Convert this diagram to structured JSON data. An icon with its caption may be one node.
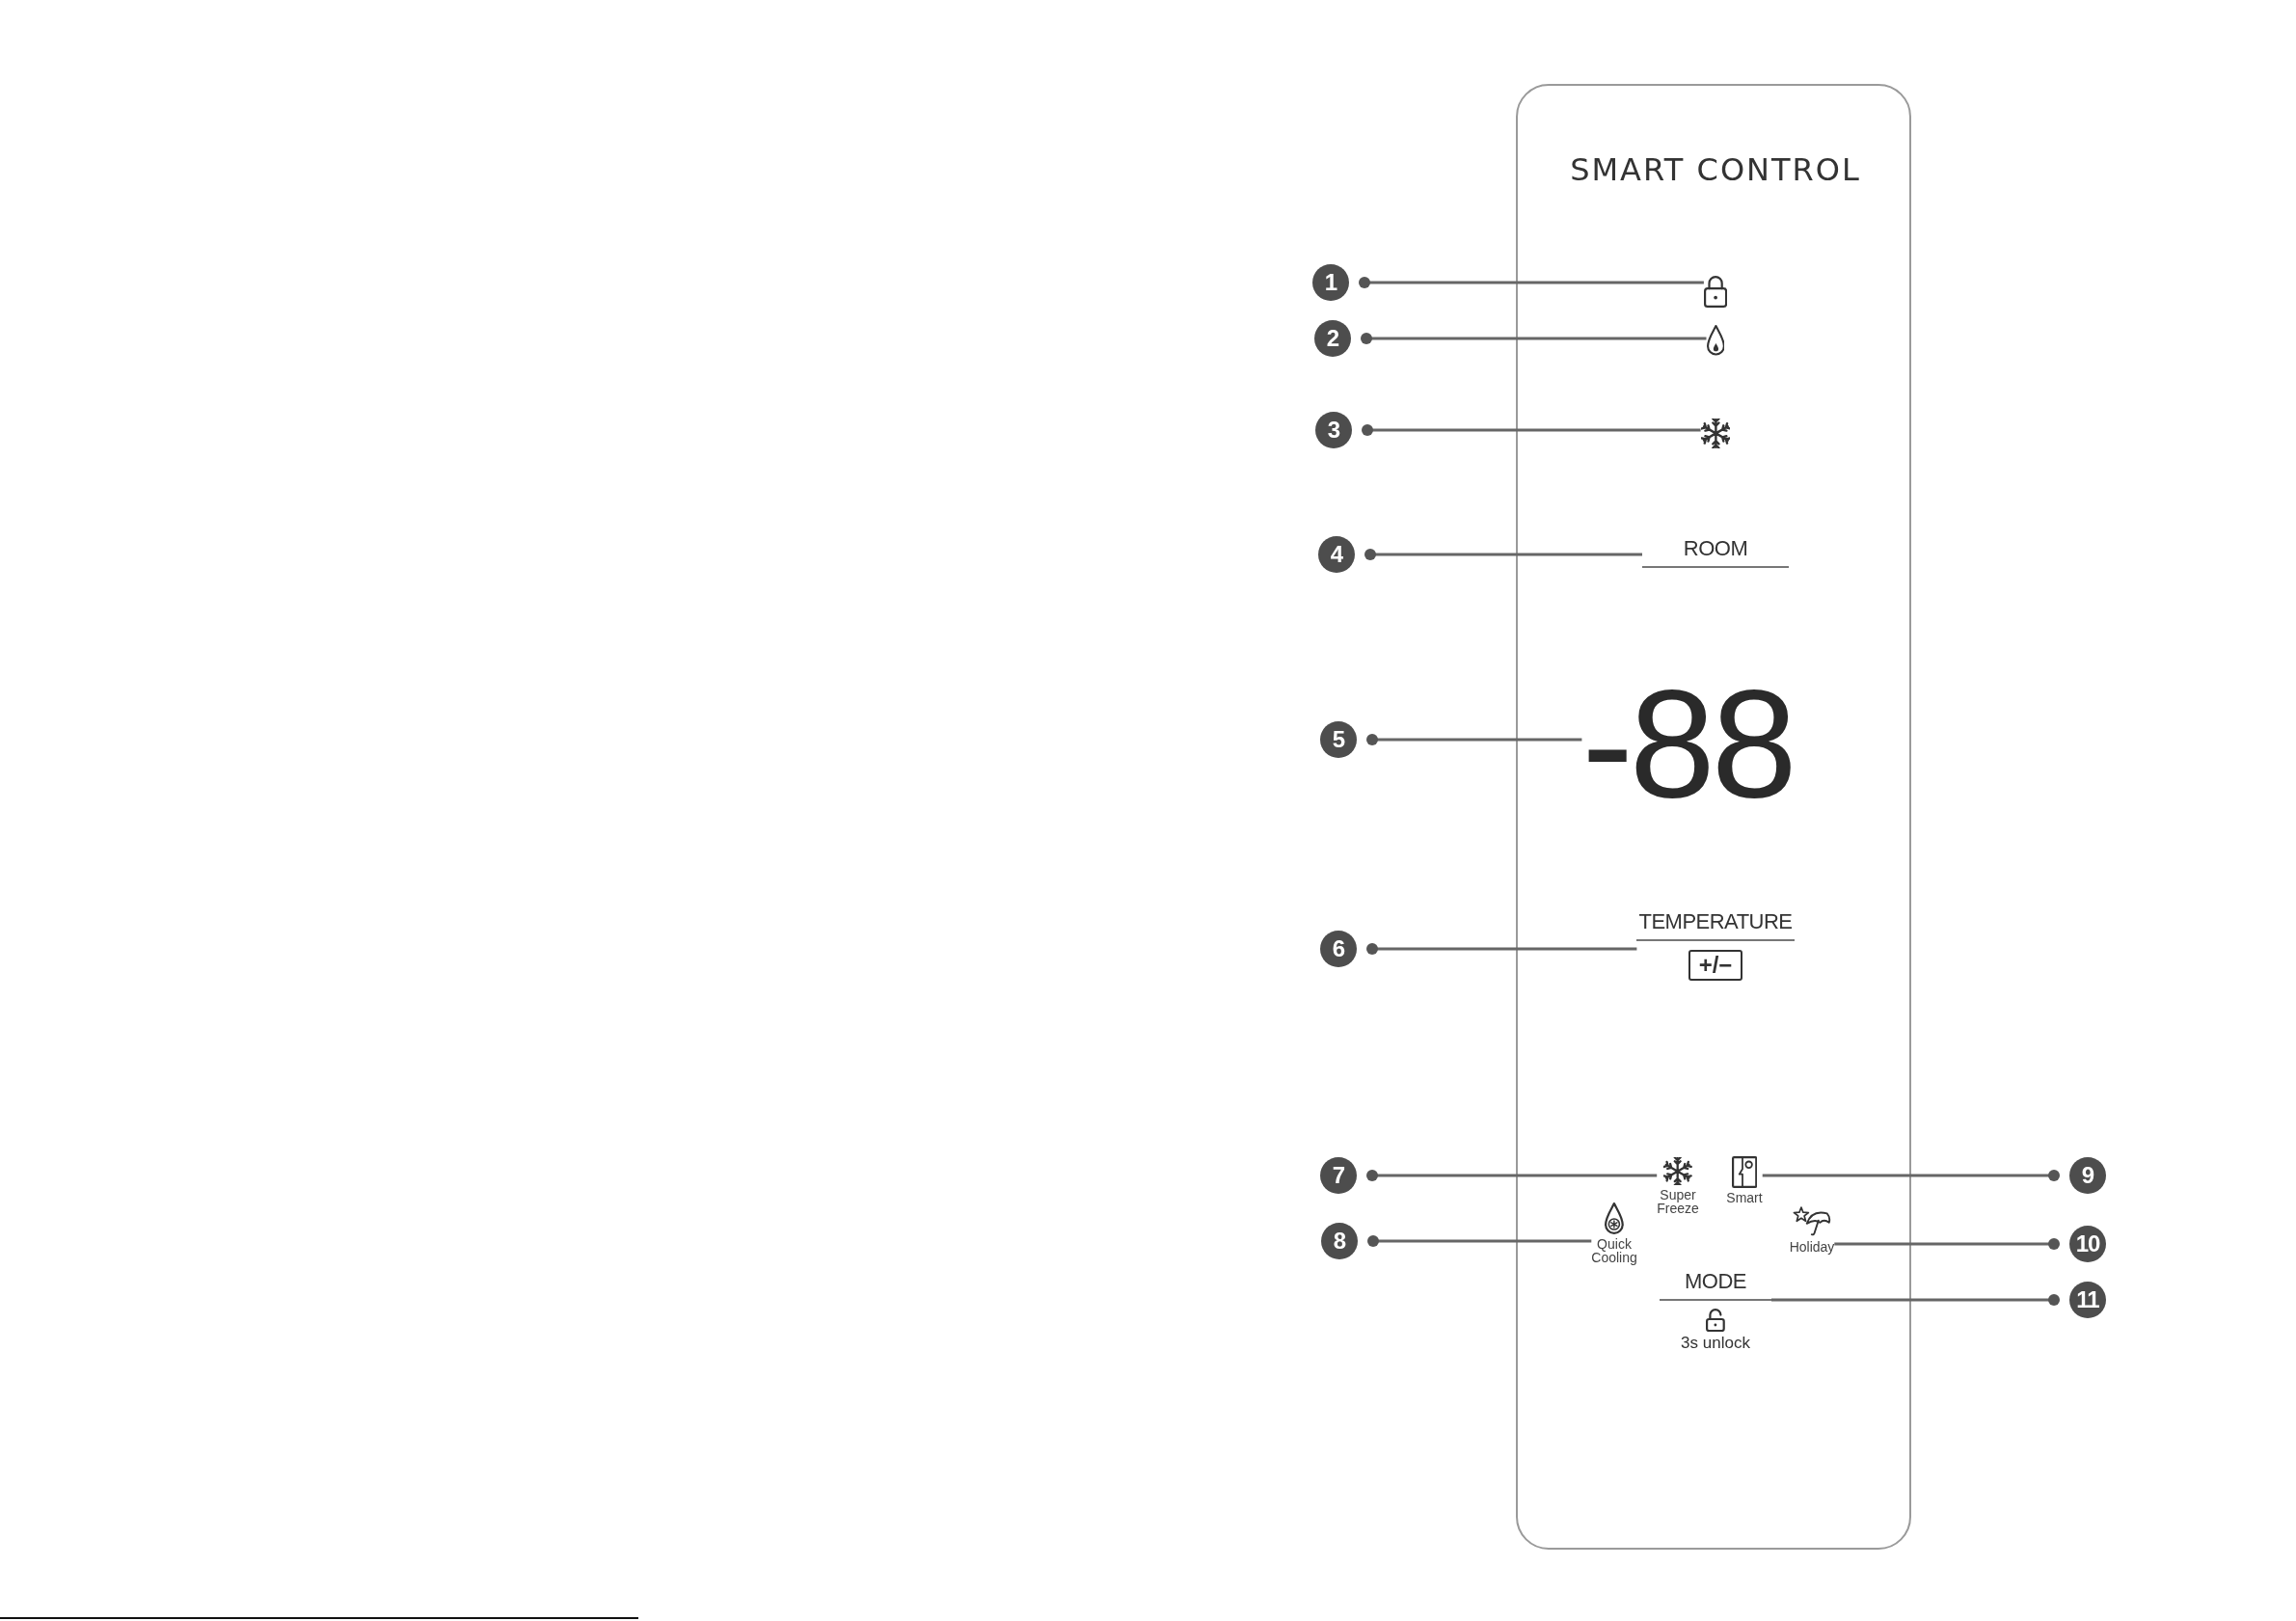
{
  "diagram": {
    "nodes": [
      {
        "text": [
          "SMART CONTROL"
        ]
      },
      {
        "text": [],
        "shape": "picture",
        "in": 0
      },
      {
        "text": [],
        "shape": "picture",
        "in": 0
      },
      {
        "text": [],
        "shape": "picture",
        "in": 0
      },
      {
        "text": [
          "ROOM"
        ],
        "in": 0
      },
      {
        "text": [
          "-88"
        ],
        "in": 0
      },
      {
        "text": [
          "TEMPERATURE",
          "+/−"
        ],
        "in": 0
      },
      {
        "text": [
          "Super Freeze"
        ],
        "in": 0
      },
      {
        "text": [
          "Quick Cooling"
        ],
        "in": 0
      },
      {
        "text": [
          "Smart"
        ],
        "in": 0
      },
      {
        "text": [
          "Holiday"
        ],
        "in": 0
      },
      {
        "text": [
          "MODE",
          "3s unlock"
        ],
        "in": 0
      },
      {
        "text": [
          "1"
        ]
      },
      {
        "text": [
          "2"
        ]
      },
      {
        "text": [
          "3"
        ]
      },
      {
        "text": [
          "4"
        ]
      },
      {
        "text": [
          "5"
        ]
      },
      {
        "text": [
          "6"
        ]
      },
      {
        "text": [
          "7"
        ]
      },
      {
        "text": [
          "8"
        ]
      },
      {
        "text": [
          "9"
        ]
      },
      {
        "text": [
          "10"
        ]
      },
      {
        "text": [
          "11"
        ]
      }
    ],
    "edges": [
      {
        "from": 12,
        "to": 1,
        "arrow": "other"
      },
      {
        "from": 13,
        "to": 2,
        "arrow": "other"
      },
      {
        "from": 14,
        "to": 3,
        "arrow": "other"
      },
      {
        "from": 15,
        "to": 4,
        "arrow": "other"
      },
      {
        "from": 16,
        "to": 5,
        "arrow": "other"
      },
      {
        "from": 17,
        "to": 6,
        "arrow": "other"
      },
      {
        "from": 18,
        "to": 7,
        "arrow": "other"
      },
      {
        "from": 19,
        "to": 8,
        "arrow": "other"
      },
      {
        "from": 20,
        "to": 9,
        "arrow": "other"
      },
      {
        "from": 21,
        "to": 10,
        "arrow": "other"
      },
      {
        "from": 22,
        "to": 11,
        "arrow": "other"
      }
    ]
  }
}
